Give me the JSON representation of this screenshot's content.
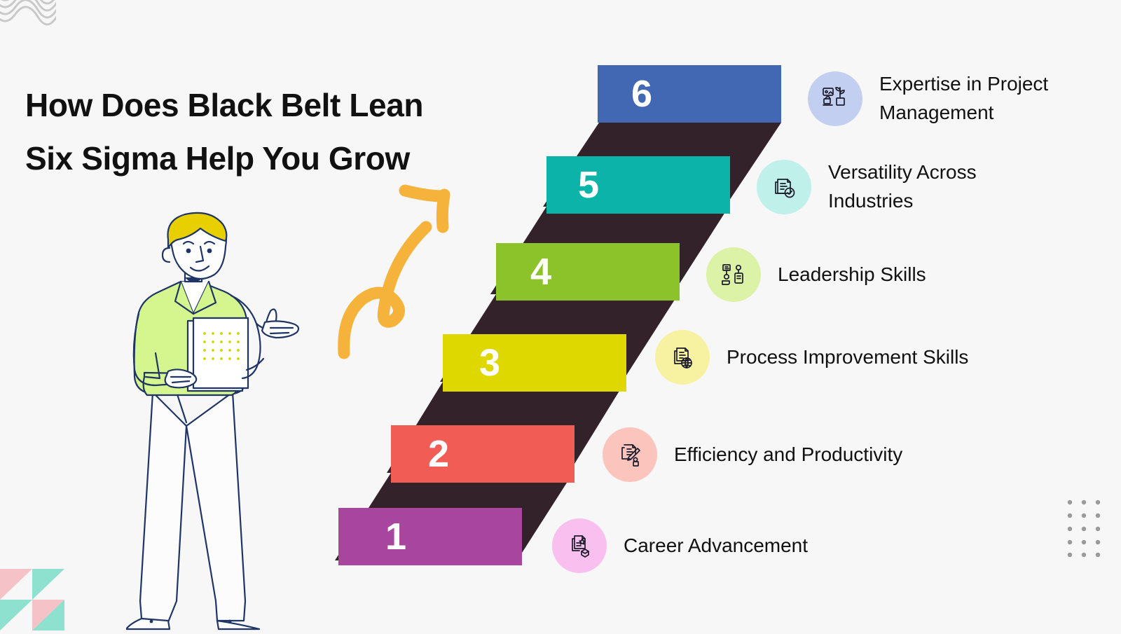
{
  "page": {
    "background_color": "#f7f7f7",
    "title_lines": [
      "How Does Black Belt Lean",
      "Six Sigma Help You Grow"
    ],
    "title_color": "#111111"
  },
  "staircase": {
    "riser_color": "#332229",
    "number_color": "#ffffff",
    "steps": [
      {
        "number": "6",
        "bar_color": "#4268b3",
        "icon_bg": "#c3cff0",
        "icon_name": "project-growth-icon",
        "label": "Expertise in Project\nManagement"
      },
      {
        "number": "5",
        "bar_color": "#0bb3a8",
        "icon_bg": "#bff0ea",
        "icon_name": "document-check-icon",
        "label": "Versatility Across\nIndustries"
      },
      {
        "number": "4",
        "bar_color": "#8cc22a",
        "icon_bg": "#dcf2a6",
        "icon_name": "org-chart-icon",
        "label": "Leadership Skills"
      },
      {
        "number": "3",
        "bar_color": "#dfd700",
        "icon_bg": "#f7f2a1",
        "icon_name": "document-globe-icon",
        "label": "Process Improvement Skills"
      },
      {
        "number": "2",
        "bar_color": "#f15d55",
        "icon_bg": "#fbc4bd",
        "icon_name": "document-pencil-icon",
        "label": "Efficiency and Productivity"
      },
      {
        "number": "1",
        "bar_color": "#a8469f",
        "icon_bg": "#f9c0ef",
        "icon_name": "certificate-award-icon",
        "label": "Career Advancement"
      }
    ]
  },
  "illustration": {
    "name": "man-with-clipboard-illustration",
    "hair_color": "#e8cf00",
    "shirt_color": "#d5f58e",
    "outline_color": "#1f3566",
    "pants_color": "#fcfcfc",
    "skin_color": "#fdfdfd"
  },
  "arrow": {
    "name": "curved-growth-arrow",
    "color": "#f5b33c"
  },
  "decorations": {
    "waves_color": "#c9c9c9",
    "dots_color": "#9a9a9a",
    "triangle_colors": [
      "#f5c2c7",
      "#8ee0cf",
      "#b6bde0"
    ]
  }
}
